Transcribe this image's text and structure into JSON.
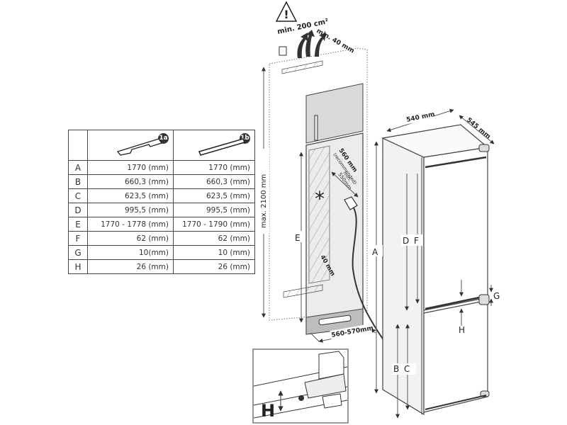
{
  "table": {
    "columns": [
      {
        "badge": "1a",
        "part": "mounting-bracket-1a"
      },
      {
        "badge": "1b",
        "part": "mounting-rail-1b"
      }
    ],
    "rows": [
      {
        "key": "A",
        "v1": "1770 (mm)",
        "v2": "1770 (mm)"
      },
      {
        "key": "B",
        "v1": "660,3 (mm)",
        "v2": "660,3 (mm)"
      },
      {
        "key": "C",
        "v1": "623,5 (mm)",
        "v2": "623,5 (mm)"
      },
      {
        "key": "D",
        "v1": "995,5 (mm)",
        "v2": "995,5 (mm)"
      },
      {
        "key": "E",
        "v1": "1770 - 1778 (mm)",
        "v2": "1770 - 1790 (mm)"
      },
      {
        "key": "F",
        "v1": "62 (mm)",
        "v2": "62 (mm)"
      },
      {
        "key": "G",
        "v1": "10(mm)",
        "v2": "10 (mm)"
      },
      {
        "key": "H",
        "v1": "26 (mm)",
        "v2": "26 (mm)"
      }
    ]
  },
  "niche": {
    "ventilation": "min. 200 cm²",
    "top_gap": "min. 40 mm",
    "max_height": "max. 2100 mm",
    "label_E": "E",
    "recommended_depth": "560 mm",
    "recommended_note": "(recommended)",
    "min_label": "min.",
    "min_depth": "550mm",
    "rear_gap": "40 mm",
    "width": "560-570mm",
    "asterisk": "*"
  },
  "appliance": {
    "width": "540 mm",
    "depth": "545 mm",
    "labels": {
      "A": "A",
      "D": "D",
      "F": "F",
      "G": "G",
      "H": "H",
      "B": "B",
      "C": "C"
    }
  },
  "detail": {
    "label": "H"
  },
  "colors": {
    "line": "#333333",
    "panel": "#d9d9d9",
    "niche_fill": "#ececec",
    "hatch": "#999999"
  }
}
